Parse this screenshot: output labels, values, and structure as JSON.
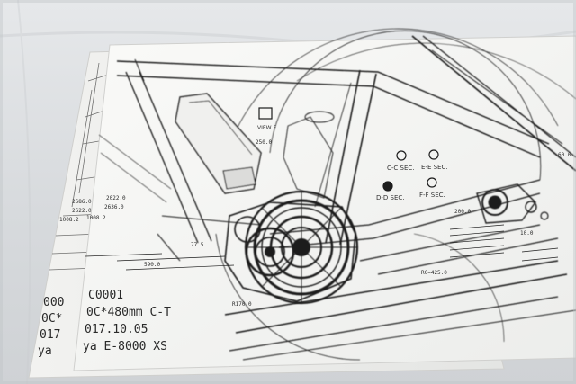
{
  "sheet_front": {
    "title_block": {
      "line1": "C0001",
      "line2": "0C*480mm C-T",
      "line3": "017.10.05",
      "line4": "ya E-8000 XS"
    },
    "section_labels": {
      "cc": "C-C SEC.",
      "ee": "E-E SEC.",
      "dd": "D-D SEC.",
      "ff": "F-F SEC.",
      "view": "VIEW F"
    },
    "dims": {
      "d1": "2022.0",
      "d2": "2636.0",
      "d3": "1008.2",
      "d4": "590.0",
      "d5": "R170.0",
      "d6": "RC=425.0",
      "d7": "250.0",
      "d8": "77.5",
      "d9": "200.0",
      "d10": "60.0",
      "d11": "10.0"
    }
  },
  "sheet_back": {
    "title_block": {
      "line1": "000",
      "line2": "0C*",
      "line3": "017",
      "line4": "ya"
    },
    "dims": {
      "d1": "2686.0",
      "d2": "2622.0",
      "d3": "1008.2"
    }
  },
  "colors": {
    "paper": "#f6f6f4",
    "ink": "#1d1d1d",
    "cloth": "#d6d9dc"
  }
}
